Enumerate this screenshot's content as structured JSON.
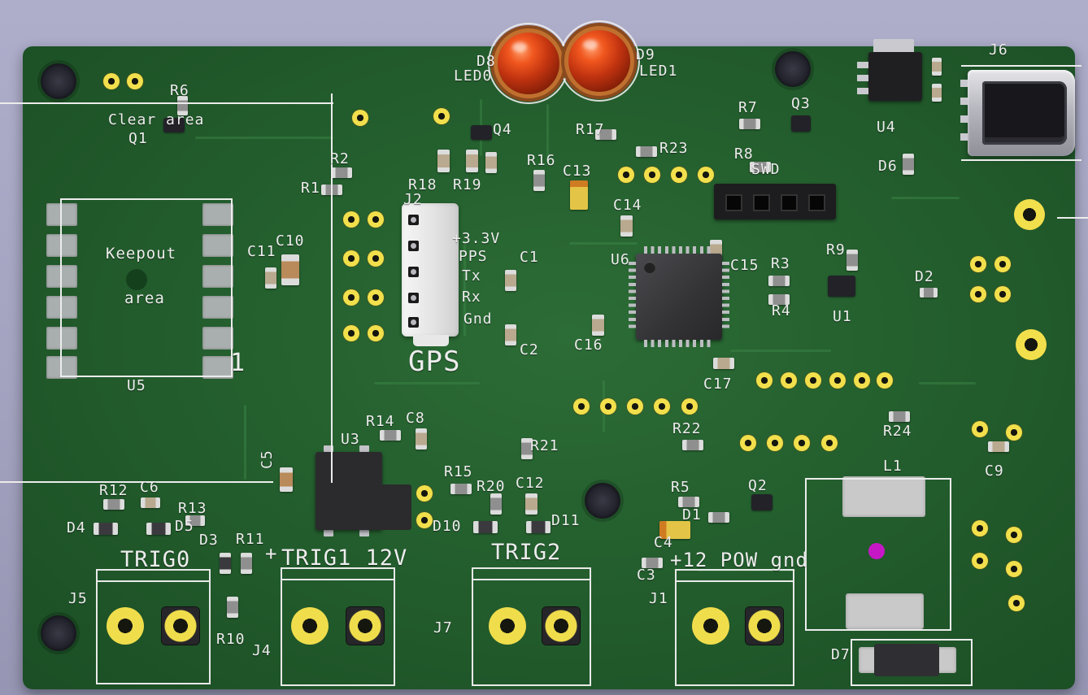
{
  "scene": {
    "background_color": "#a3a3c0",
    "board_color": "#235d2d",
    "silkscreen_color": "#ececec",
    "pad_color": "#f2df4c",
    "led_color": "#c23410",
    "inductor_dot_color": "#c617c6"
  },
  "labels": {
    "r6": "R6",
    "clear_area": "Clear area",
    "q1": "Q1",
    "r2": "R2",
    "r1": "R1",
    "r18": "R18",
    "r19": "R19",
    "q4": "Q4",
    "d8": "D8",
    "led0": "LED0",
    "d9": "D9",
    "led1": "LED1",
    "r16": "R16",
    "c13": "C13",
    "r17": "R17",
    "r23": "R23",
    "r7": "R7",
    "q3": "Q3",
    "r8": "R8",
    "swd": "SWD",
    "u4": "U4",
    "j6": "J6",
    "d6": "D6",
    "c14": "C14",
    "u6": "U6",
    "c15": "C15",
    "r3": "R3",
    "r9": "R9",
    "d2": "D2",
    "r4": "R4",
    "u1": "U1",
    "v33": "+3.3V",
    "pps": "PPS",
    "tx": "Tx",
    "rx": "Rx",
    "gnd": "Gnd",
    "gps": "GPS",
    "j2": "J2",
    "c1": "C1",
    "c2": "C2",
    "c16": "C16",
    "c17": "C17",
    "c11": "C11",
    "c10": "C10",
    "keepout": "Keepout",
    "area": "area",
    "u5": "U5",
    "one": "1",
    "r14": "R14",
    "c8": "C8",
    "u3": "U3",
    "r21": "R21",
    "r22": "R22",
    "r24": "R24",
    "c9": "C9",
    "r15": "R15",
    "r20": "R20",
    "c12": "C12",
    "d10": "D10",
    "d11": "D11",
    "c5": "C5",
    "r12": "R12",
    "c6": "C6",
    "r13": "R13",
    "d4": "D4",
    "d5": "D5",
    "d3": "D3",
    "r11": "R11",
    "r10": "R10",
    "trig0": "TRIG0",
    "plus1": "+",
    "trig1": "TRIG1 12V",
    "trig2": "TRIG2",
    "pow": "+12 POW gnd",
    "j5": "J5",
    "j4": "J4",
    "j7": "J7",
    "j1": "J1",
    "r5": "R5",
    "q2": "Q2",
    "d1": "D1",
    "c4": "C4",
    "c3": "C3",
    "l1": "L1",
    "d7": "D7"
  }
}
